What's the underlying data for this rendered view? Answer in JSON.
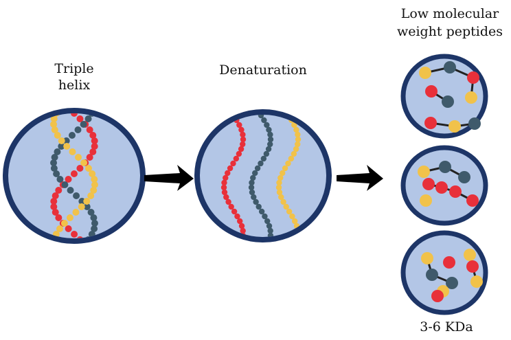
{
  "labels": {
    "stage1_line1": "Triple",
    "stage1_line2": "helix",
    "stage2": "Denaturation",
    "stage3_line1": "Low molecular",
    "stage3_line2": "weight peptides",
    "size": "3-6 KDa"
  },
  "colors": {
    "red": "#e8303a",
    "gray": "#3f5a6b",
    "yellow": "#f1c24a",
    "fill": "#b3c6e6",
    "border": "#1d3567"
  }
}
